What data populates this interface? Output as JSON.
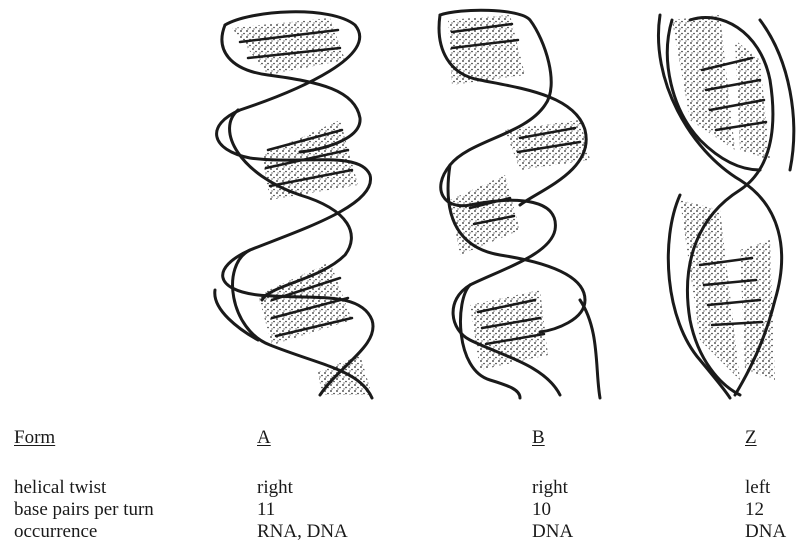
{
  "table": {
    "header_label": "Form",
    "forms": [
      "A",
      "B",
      "Z"
    ],
    "rows": [
      {
        "label": "helical twist",
        "values": [
          "right",
          "right",
          "left"
        ]
      },
      {
        "label": "base pairs per turn",
        "values": [
          "11",
          "10",
          "12"
        ]
      },
      {
        "label": "occurrence",
        "values": [
          "RNA, DNA",
          "DNA",
          "DNA"
        ]
      }
    ]
  },
  "colors": {
    "ink": "#1a1a1a",
    "stipple": "#2a2a2a",
    "background": "#ffffff"
  }
}
